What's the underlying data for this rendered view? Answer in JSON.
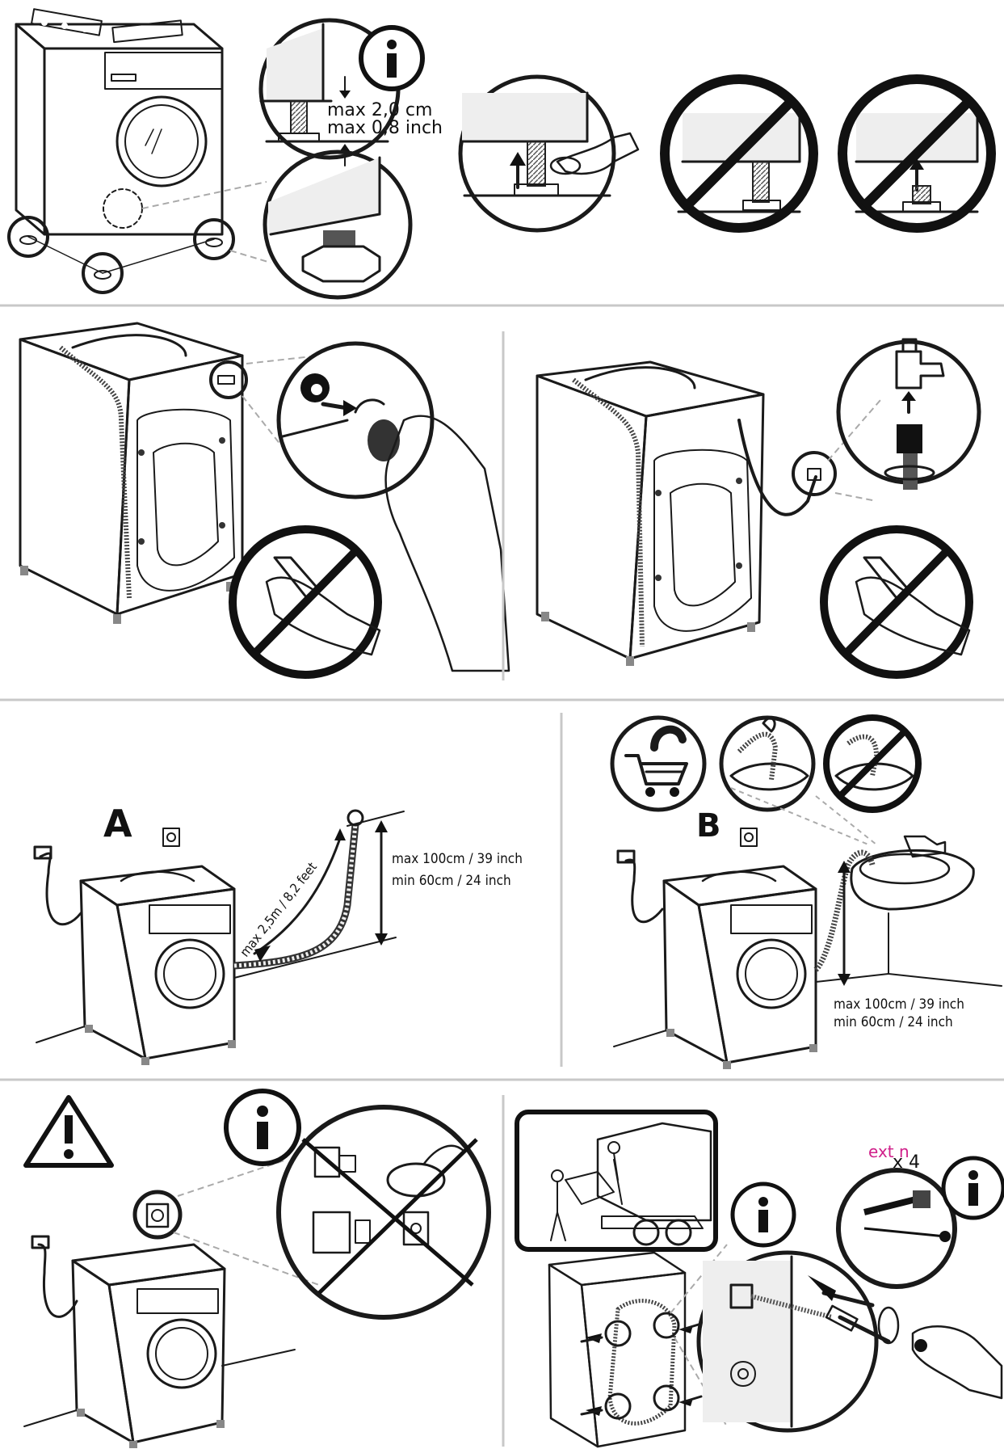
{
  "step1": {
    "height_cm": "max 2,0 cm",
    "height_inch": "max 0,8 inch"
  },
  "step3": {
    "label_a": "A",
    "label_b": "B",
    "hose_length": "max 2,5m / 8,2 feet",
    "a_max_height": "max 100cm / 39 inch",
    "a_min_height": "min 60cm / 24 inch",
    "b_max_height": "max 100cm / 39 inch",
    "b_min_height": "min 60cm / 24 inch"
  },
  "step4": {
    "ext_label": "ext n",
    "bolt_count": "x 4"
  },
  "colors": {
    "line": "#1a1a1a",
    "fill_light": "#f0f0f0",
    "divider": "#c8c8c8",
    "accent_magenta": "#d0208a"
  }
}
